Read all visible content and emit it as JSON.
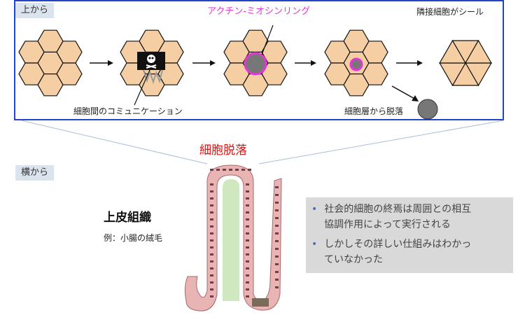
{
  "top_view_label": "上から",
  "side_view_label": "横から",
  "labels": {
    "actin_ring": "アクチン-ミオシンリング",
    "neighbor_seal": "隣接細胞がシール",
    "cell_communication": "細胞間のコミュニケーション",
    "extrusion_from_layer": "細胞層から脱落"
  },
  "extrusion_title": "細胞脱落",
  "epithelium_title": "上皮組織",
  "epithelium_example": "例：小腸の絨毛",
  "bullets": [
    {
      "line1": "社会的細胞の終焉は周囲との相互",
      "line2": "協調作用によって実行される"
    },
    {
      "line1": "しかしその詳しい仕組みはわかっ",
      "line2": "ていなかった"
    }
  ],
  "colors": {
    "cell_fill": "#f5cfa3",
    "ring": "#e535d6",
    "dying_cell": "#777777",
    "panel_border": "#2244cc",
    "title_red": "#dd1111",
    "villus_core": "#cfe8c0",
    "villus_cell": "#e8b4b4"
  },
  "icons": [
    "skull-icon"
  ]
}
